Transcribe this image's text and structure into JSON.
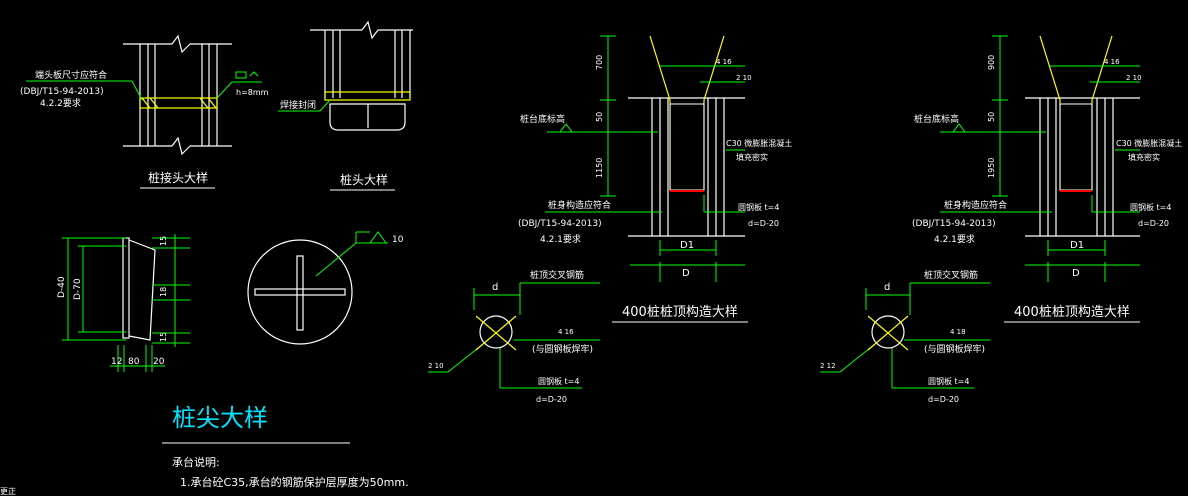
{
  "colors": {
    "background": "#000000",
    "white": "#ffffff",
    "green": "#00ff00",
    "yellow": "#ffff00",
    "red": "#ff0000",
    "cyan": "#00e5ff"
  },
  "pile_joint": {
    "note_line1": "端头板尺寸应符合",
    "note_line2": "(DBJ/T15-94-2013)",
    "note_line3": "4.2.2要求",
    "h_label": "h=8mm",
    "title": "桩接头大样"
  },
  "pile_head": {
    "weld_label": "焊接封闭",
    "title": "桩头大样"
  },
  "pile_tip": {
    "dim_d40": "D-40",
    "dim_d70": "D-70",
    "dim_15_top": "15",
    "dim_18": "18",
    "dim_15_bottom": "15",
    "dim_12": "12",
    "dim_80": "80",
    "dim_20": "20",
    "weld_size": "10",
    "title": "桩尖大样"
  },
  "pile_top_left": {
    "dim_700": "700",
    "dim_50": "50",
    "dim_1150": "1150",
    "rebar_top": "4 16",
    "rebar_2": "2 10",
    "cap_bottom": "桩台底标高",
    "concrete_line1": "C30 微膨胀混凝土",
    "concrete_line2": "填充密实",
    "pile_body_line1": "桩身构造应符合",
    "pile_body_line2": "(DBJ/T15-94-2013)",
    "pile_body_line3": "4.2.1要求",
    "plate": "圆钢板 t=4",
    "plate_d": "d=D-20",
    "d1": "D1",
    "d": "D",
    "title": "400桩桩顶构造大样"
  },
  "pile_top_right": {
    "dim_900": "900",
    "dim_50": "50",
    "dim_1950": "1950",
    "rebar_top": "4 16",
    "rebar_2": "2 10",
    "cap_bottom": "桩台底标高",
    "concrete_line1": "C30 微膨胀混凝土",
    "concrete_line2": "填充密实",
    "pile_body_line1": "桩身构造应符合",
    "pile_body_line2": "(DBJ/T15-94-2013)",
    "pile_body_line3": "4.2.1要求",
    "plate": "圆钢板 t=4",
    "plate_d": "d=D-20",
    "d1": "D1",
    "d": "D",
    "title": "400桩桩顶构造大样"
  },
  "cross_left": {
    "d": "d",
    "top_label": "桩顶交叉钢筋",
    "rebar": "4 16",
    "weld_note": "(与圆钢板焊牢)",
    "side_rebar": "2 10",
    "plate": "圆钢板 t=4",
    "plate_d": "d=D-20"
  },
  "cross_right": {
    "d": "d",
    "top_label": "桩顶交叉钢筋",
    "rebar": "4 18",
    "weld_note": "(与圆钢板焊牢)",
    "side_rebar": "2 12",
    "plate": "圆钢板 t=4",
    "plate_d": "d=D-20"
  },
  "notes": {
    "heading": "承台说明:",
    "item1": "1.承台砼C35,承台的钢筋保护层厚度为50mm.",
    "edge": "更正"
  }
}
